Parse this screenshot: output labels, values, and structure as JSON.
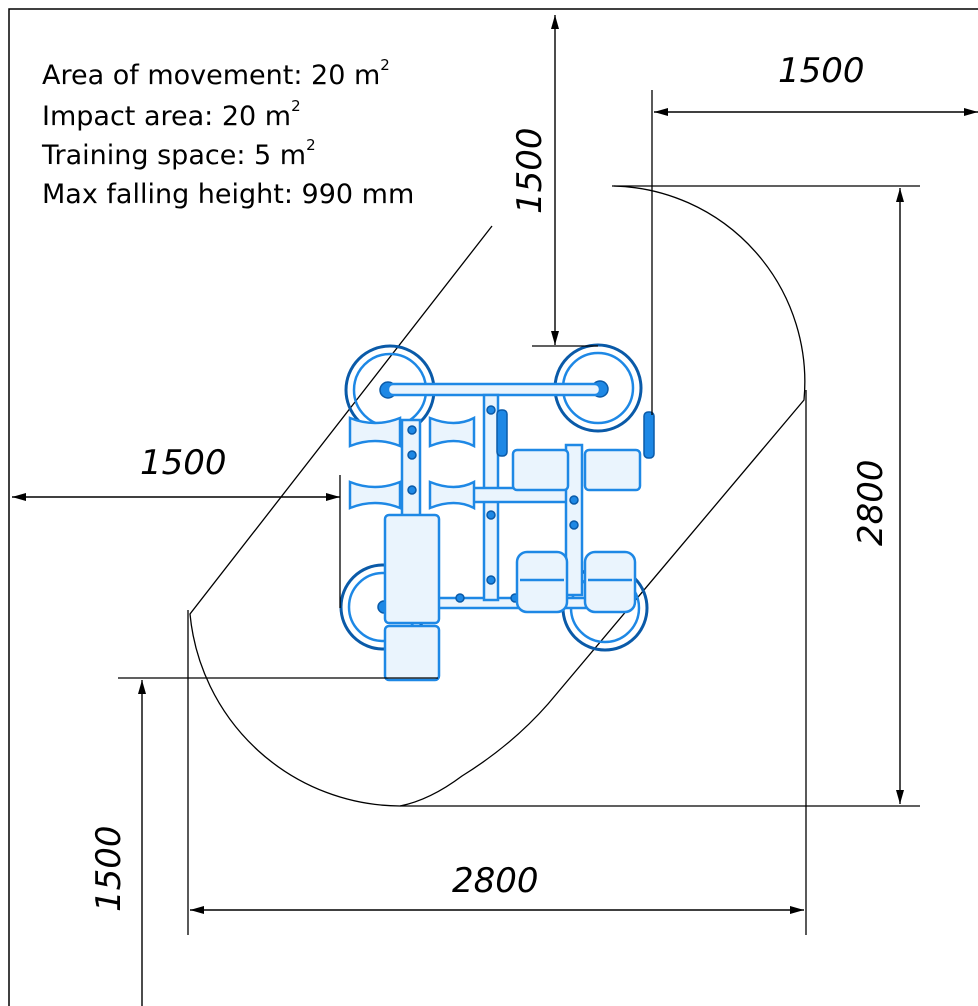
{
  "notes": {
    "area_of_movement": "Area of movement: 20 m",
    "impact_area": "Impact area: 20 m",
    "training_space": "Training space: 5 m",
    "max_falling_height": "Max falling height: 990 mm",
    "superscript": "2"
  },
  "dimensions": {
    "top_vertical": "1500",
    "top_right_horizontal": "1500",
    "left_horizontal": "1500",
    "right_vertical": "2800",
    "bottom_horizontal": "2800",
    "bottom_left_vertical": "1500"
  },
  "colors": {
    "equipment_stroke": "#1e88e5",
    "equipment_dark": "#0a5aa8",
    "lines": "#000000"
  }
}
